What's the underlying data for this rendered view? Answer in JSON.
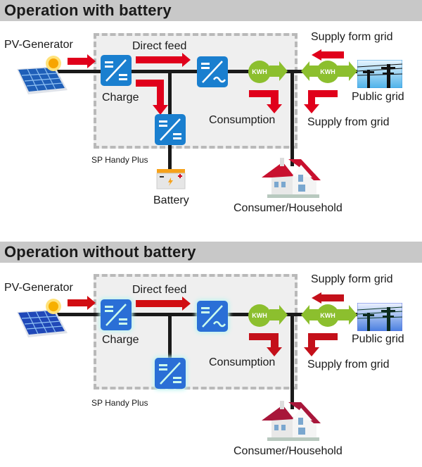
{
  "sections": [
    {
      "title": "Operation with battery",
      "labels": {
        "pv_generator": "PV-Generator",
        "direct_feed": "Direct feed",
        "charge": "Charge",
        "consumption": "Consumption",
        "device": "SP Handy Plus",
        "battery": "Battery",
        "supply_form_grid": "Supply form grid",
        "public_grid": "Public grid",
        "supply_from_grid": "Supply from grid",
        "consumer": "Consumer/Household"
      },
      "meters": [
        "KWH",
        "KWH"
      ]
    },
    {
      "title": "Operation without battery",
      "labels": {
        "pv_generator": "PV-Generator",
        "direct_feed": "Direct feed",
        "charge": "Charge",
        "consumption": "Consumption",
        "device": "SP Handy Plus",
        "supply_form_grid": "Supply form grid",
        "public_grid": "Public grid",
        "supply_from_grid": "Supply from grid",
        "consumer": "Consumer/Household"
      },
      "meters": [
        "KWH",
        "KWH"
      ]
    }
  ],
  "colors": {
    "header_bg": "#c8c8c8",
    "arrow_red": "#e0001b",
    "converter_blue": "#1a7fcf",
    "meter_green": "#8cbf2e",
    "wire": "#1a1a1a"
  }
}
